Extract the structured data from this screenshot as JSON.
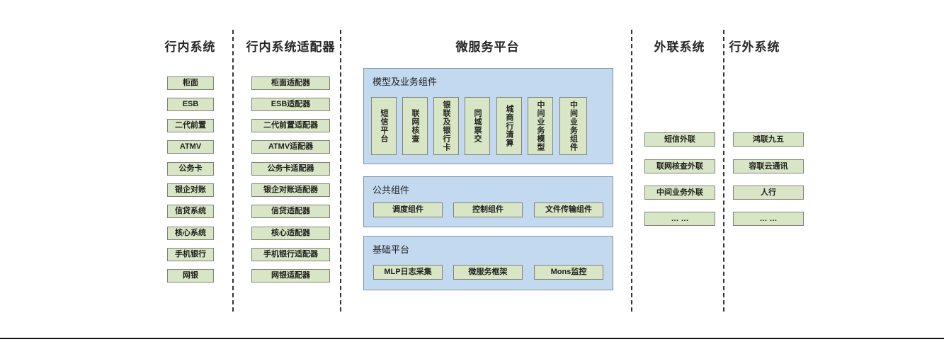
{
  "diagram": {
    "columns": [
      {
        "id": "in-bank-systems",
        "title": "行内系统",
        "items": [
          {
            "label": "柜面"
          },
          {
            "label": "ESB"
          },
          {
            "label": "二代前置"
          },
          {
            "label": "ATMV"
          },
          {
            "label": "公务卡"
          },
          {
            "label": "银企对账"
          },
          {
            "label": "信贷系统"
          },
          {
            "label": "核心系统"
          },
          {
            "label": "手机银行"
          },
          {
            "label": "网银"
          }
        ]
      },
      {
        "id": "in-bank-adapters",
        "title": "行内系统适配器",
        "items": [
          {
            "label": "柜面适配器"
          },
          {
            "label": "ESB适配器"
          },
          {
            "label": "二代前置适配器"
          },
          {
            "label": "ATMV适配器"
          },
          {
            "label": "公务卡适配器"
          },
          {
            "label": "银企对账适配器"
          },
          {
            "label": "信贷适配器"
          },
          {
            "label": "核心适配器"
          },
          {
            "label": "手机银行适配器"
          },
          {
            "label": "网银适配器"
          }
        ]
      },
      {
        "id": "microservice-platform",
        "title": "微服务平台"
      },
      {
        "id": "external-link-systems",
        "title": "外联系统",
        "items": [
          {
            "label": "短信外联"
          },
          {
            "label": "联网核查外联"
          },
          {
            "label": "中间业务外联"
          },
          {
            "label": "… …"
          }
        ]
      },
      {
        "id": "outside-bank-systems",
        "title": "行外系统",
        "items": [
          {
            "label": "鸿联九五"
          },
          {
            "label": "容联云通讯"
          },
          {
            "label": "人行"
          },
          {
            "label": "… …"
          }
        ]
      }
    ],
    "platform_panels": [
      {
        "id": "model-business-components",
        "label": "模型及业务组件",
        "orientation": "vertical",
        "items": [
          {
            "label": "短信平台"
          },
          {
            "label": "联网核查"
          },
          {
            "label": "银联及银行卡"
          },
          {
            "label": "同城票交"
          },
          {
            "label": "城商行清算"
          },
          {
            "label": "中间业务模型"
          },
          {
            "label": "中间业务组件"
          }
        ]
      },
      {
        "id": "public-components",
        "label": "公共组件",
        "orientation": "horizontal",
        "items": [
          {
            "label": "调度组件"
          },
          {
            "label": "控制组件"
          },
          {
            "label": "文件传输组件"
          }
        ]
      },
      {
        "id": "base-platform",
        "label": "基础平台",
        "orientation": "horizontal",
        "items": [
          {
            "label": "MLP日志采集"
          },
          {
            "label": "微服务框架"
          },
          {
            "label": "Mons监控"
          }
        ]
      }
    ],
    "colors": {
      "node_fill": "#d9e6c5",
      "node_border": "#7f8379",
      "panel_fill": "#c3d9ef",
      "panel_border": "#8293a6",
      "divider": "#333333",
      "text": "#1f1f1f",
      "background": "#ffffff"
    }
  }
}
